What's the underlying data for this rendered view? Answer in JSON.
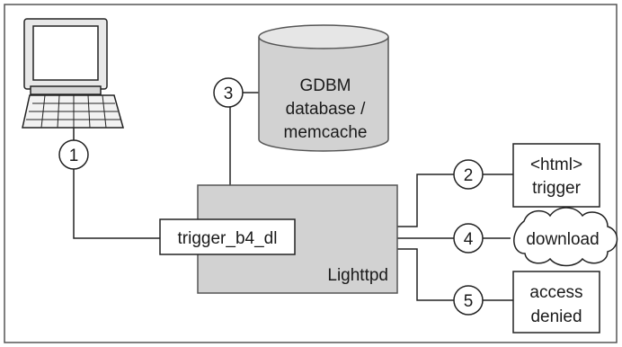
{
  "diagram": {
    "database": {
      "line1": "GDBM",
      "line2": "database /",
      "line3": "memcache"
    },
    "server": {
      "label": "Lighttpd"
    },
    "module": {
      "label": "trigger_b4_dl"
    },
    "outputs": {
      "html_trigger": {
        "line1": "<html>",
        "line2": "trigger"
      },
      "download": {
        "label": "download"
      },
      "denied": {
        "line1": "access",
        "line2": "denied"
      }
    },
    "steps": {
      "s1": "1",
      "s2": "2",
      "s3": "3",
      "s4": "4",
      "s5": "5"
    },
    "colors": {
      "frame": "#555555",
      "server_fill": "#d2d2d2",
      "db_fill": "#d2d2d2",
      "box_fill": "#ffffff",
      "stroke": "#222222"
    },
    "icons": {
      "client": "desktop-computer-icon"
    }
  }
}
